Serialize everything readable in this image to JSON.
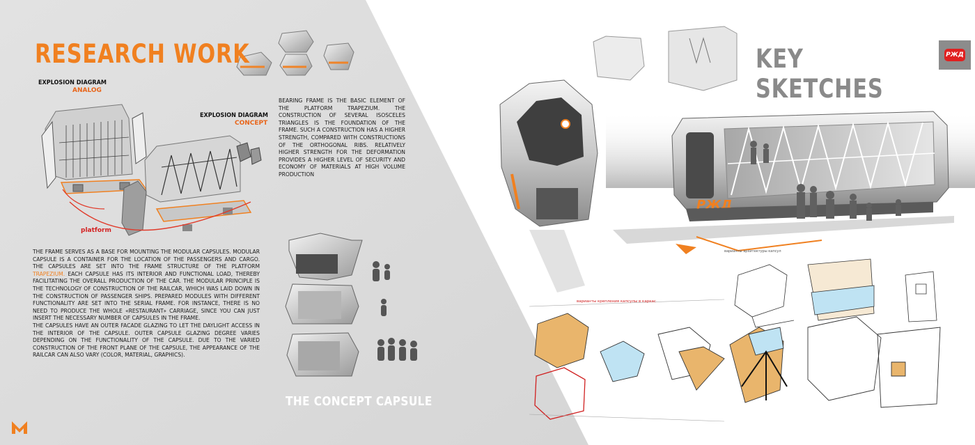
{
  "left_page": {
    "title": "RESEARCH WORK",
    "explosion_analog": {
      "title": "EXPLOSION DIAGRAM",
      "sub": "ANALOG"
    },
    "explosion_concept": {
      "title": "EXPLOSION DIAGRAM",
      "sub": "CONCEPT"
    },
    "platform_label": "platform",
    "bearing_frame_text": "BEARING FRAME IS THE BASIC ELEMENT OF THE PLATFORM TRAPEZIUM. THE CONSTRUCTION OF SEVERAL ISOSCELES TRIANGLES IS THE FOUNDATION OF THE FRAME. SUCH A CONSTRUCTION HAS A HIGHER STRENGTH, COMPARED WITH CONSTRUCTIONS OF THE ORTHOGONAL RIBS. RELATIVELY HIGHER STRENGTH FOR THE DEFORMATION PROVIDES A HIGHER LEVEL OF SECURITY AND ECONOMY OF MATERIALS AT HIGH VOLUME PRODUCTION",
    "frame_text_before": "THE FRAME  SERVES AS A BASE FOR MOUNTING THE MODULAR CAPSULES. MODULAR CAPSULE IS A CONTAINER FOR THE LOCATION OF THE PASSENGERS AND CARGO. THE CAPSULES ARE SET INTO THE FRAME STRUCTURE OF THE PLATFORM ",
    "frame_text_highlight": "TRAPEZIUM.",
    "frame_text_after": "EACH CAPSULE HAS ITS INTERIOR AND FUNCTIONAL LOAD, THEREBY FACILITATING THE OVERALL PRODUCTION OF THE CAR. THE MODULAR PRINCIPLE IS THE TECHNOLOGY OF CONSTRUCTION OF THE RAILCAR, WHICH WAS LAID DOWN IN THE CONSTRUCTION OF PASSENGER SHIPS. PREPARED MODULES WITH DIFFERENT FUNCTIONALITY ARE SET INTO THE SERIAL FRAME. FOR INSTANCE, THERE IS NO NEED TO PRODUCE THE WHOLE «RESTAURANT» CARRIAGE, SINCE YOU CAN JUST INSERT THE NECESSARY NUMBER OF CAPSULES IN THE FRAME.",
    "capsules_text": "THE CAPSULES HAVE AN OUTER FACADE GLAZING TO LET THE DAYLIGHT ACCESS IN THE INTERIOR OF THE CAPSULE. OUTER CAPSULE GLAZING DEGREE VARIES DEPENDING ON THE FUNCTIONALITY OF THE CAPSULE. DUE TO THE VARIED CONSTRUCTION OF THE FRONT PLANE OF THE CAPSULE, THE APPEARANCE OF THE RAILCAR CAN ALSO VARY (COLOR, MATERIAL, GRAPHICS).",
    "concept_capsule_title": "THE CONCEPT  CAPSULE",
    "logo": "M"
  },
  "right_page": {
    "title": "KEY SKETCHES",
    "brand_logo": "РЖД",
    "sketch_notes": {
      "capsule_mounting": "варианты крепления капсулы в каркас",
      "frame_structure": "варианты архитектуры капсул"
    }
  },
  "colors": {
    "accent_orange": "#f08020",
    "left_bg": "#dcdcdc",
    "title_gray": "#8a8a8a",
    "brand_red": "#e02020"
  }
}
